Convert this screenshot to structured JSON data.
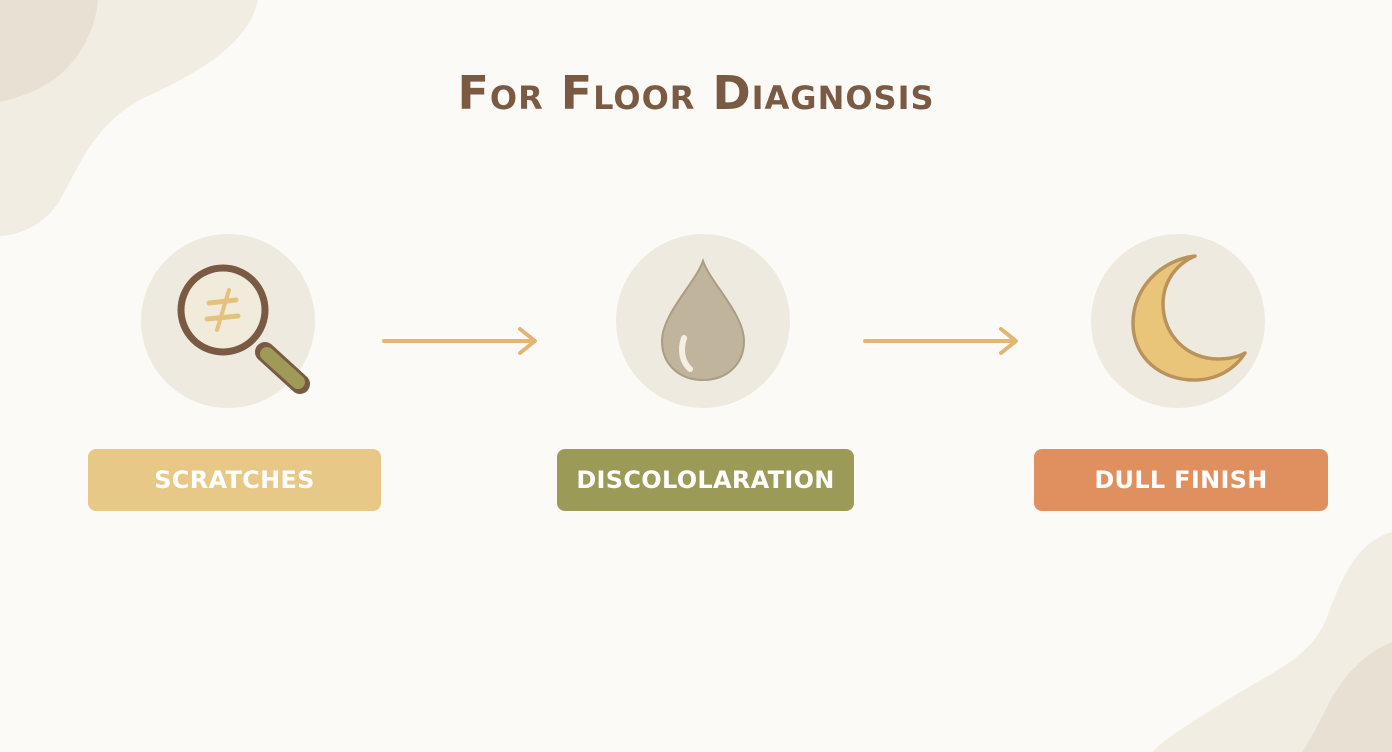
{
  "title": "For Floor Diagnosis",
  "colors": {
    "background": "#fbfaf7",
    "title": "#7a5a43",
    "circle": "#eeeadf",
    "arrow": "#e2b574",
    "scratches": "#e8c886",
    "discoloration": "#9b9a57",
    "dull_finish": "#df905e"
  },
  "steps": [
    {
      "icon": "magnifier-icon",
      "label": "SCRATCHES"
    },
    {
      "icon": "water-drop-icon",
      "label": "DISCOLOLARATION"
    },
    {
      "icon": "crescent-moon-icon",
      "label": "DULL FINISH"
    }
  ]
}
